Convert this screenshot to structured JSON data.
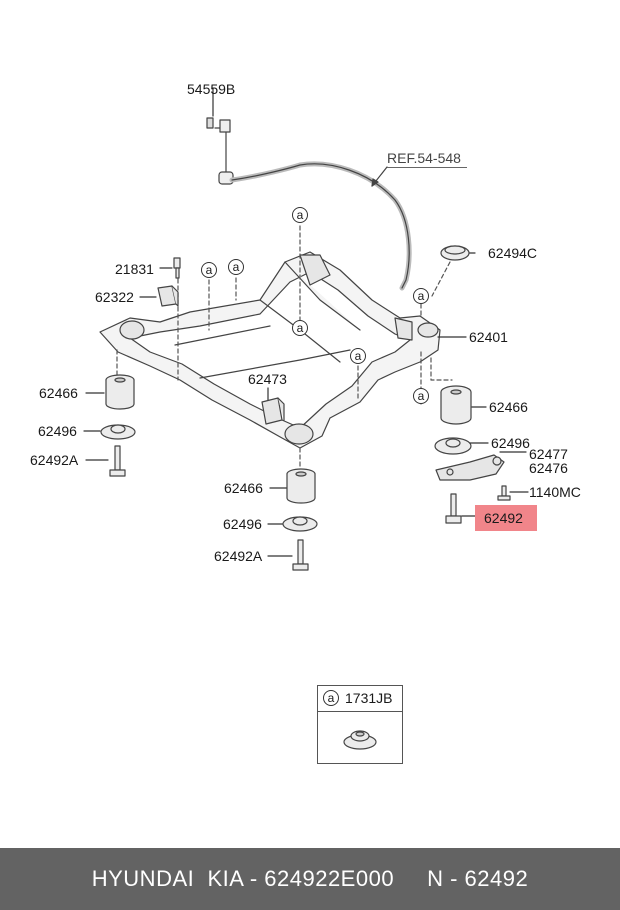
{
  "diagram": {
    "ref_label": "REF.54-548",
    "part_labels": {
      "p54559B": "54559B",
      "p21831": "21831",
      "p62322": "62322",
      "p62494C": "62494C",
      "p62401": "62401",
      "p62466_left": "62466",
      "p62496_left": "62496",
      "p62492A_left": "62492A",
      "p62473": "62473",
      "p62466_right": "62466",
      "p62496_right": "62496",
      "p62477": "62477",
      "p62476": "62476",
      "p1140MC": "1140MC",
      "p62492": "62492",
      "p62466_center": "62466",
      "p62496_center": "62496",
      "p62492A_center": "62492A"
    },
    "callout_letter": "a",
    "highlighted_part": "62492",
    "highlight_color": "#f1858a",
    "legend": {
      "letter": "a",
      "code": "1731JB"
    }
  },
  "footer": {
    "text": "HYUNDAI  KIA - 624922E000     N - 62492",
    "background": "#636363"
  }
}
